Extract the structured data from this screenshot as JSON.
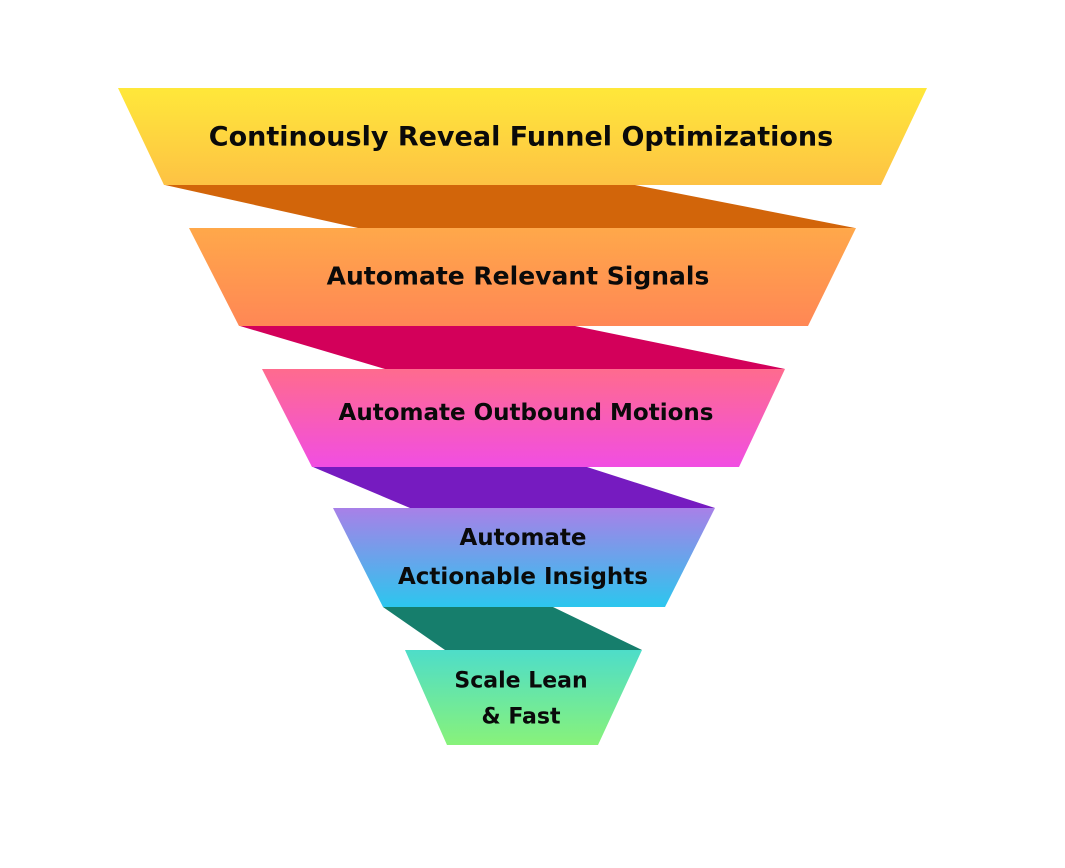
{
  "diagram": {
    "type": "funnel",
    "stages": [
      {
        "lines": [
          "Continously Reveal Funnel Optimizations"
        ],
        "gradient": [
          "#FFE83A",
          "#FDC244"
        ],
        "ribbon_color": "#D2650A"
      },
      {
        "lines": [
          "Automate Relevant Signals"
        ],
        "gradient": [
          "#FFA84A",
          "#FF8755"
        ],
        "ribbon_color": "#D3005A"
      },
      {
        "lines": [
          "Automate Outbound Motions"
        ],
        "gradient": [
          "#FF6B8E",
          "#F14EE2"
        ],
        "ribbon_color": "#761BC0"
      },
      {
        "lines": [
          "Automate",
          "Actionable Insights"
        ],
        "gradient": [
          "#A880E8",
          "#2CC6EE"
        ],
        "ribbon_color": "#167E6C"
      },
      {
        "lines": [
          "Scale Lean",
          "& Fast"
        ],
        "gradient": [
          "#4EDDC9",
          "#88F27A"
        ],
        "ribbon_color": null
      }
    ]
  }
}
